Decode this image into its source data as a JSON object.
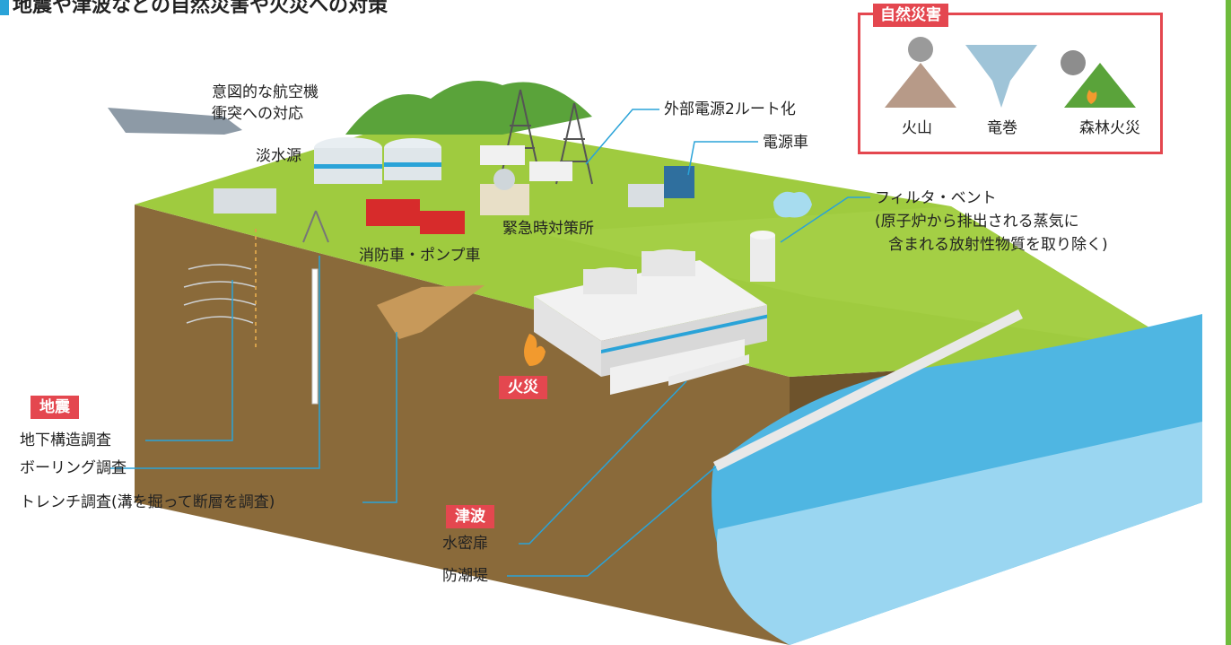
{
  "header": {
    "title": "地震や津波などの自然災害や火災への対策"
  },
  "legend": {
    "title": "自然災害",
    "items": [
      {
        "label": "火山",
        "icon": "volcano-icon"
      },
      {
        "label": "竜巻",
        "icon": "tornado-icon"
      },
      {
        "label": "森林火災",
        "icon": "forest-fire-icon"
      }
    ]
  },
  "labels": {
    "aircraft_line1": "意図的な航空機",
    "aircraft_line2": "衝突への対応",
    "freshwater": "淡水源",
    "external_power": "外部電源2ルート化",
    "power_vehicle": "電源車",
    "fire_trucks": "消防車・ポンプ車",
    "emergency_office": "緊急時対策所",
    "filter_vent_line1": "フィルタ・ベント",
    "filter_vent_line2": "(原子炉から排出される蒸気に",
    "filter_vent_line3": "含まれる放射性物質を取り除く)",
    "fire_tag": "火災"
  },
  "earthquake": {
    "tag": "地震",
    "items": [
      "地下構造調査",
      "ボーリング調査",
      "トレンチ調査(溝を掘って断層を調査)"
    ]
  },
  "tsunami": {
    "tag": "津波",
    "items": [
      "水密扉",
      "防潮堤"
    ]
  },
  "colors": {
    "accent_red": "#e4474f",
    "grass": "#9fcb3f",
    "soil": "#8c6a3c",
    "sea": "#4fb6e2",
    "leader_line": "#2aa3d8"
  }
}
